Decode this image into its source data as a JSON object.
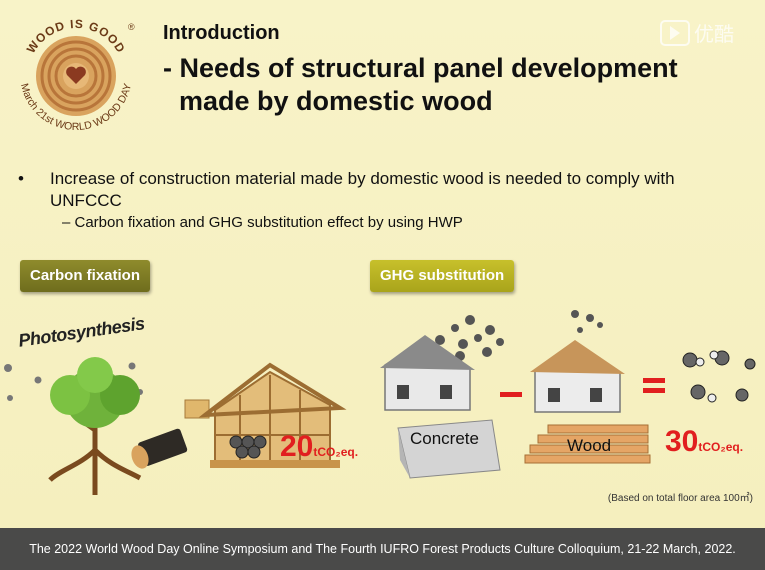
{
  "logo": {
    "top_text": "WOOD IS GOOD",
    "registered": "®",
    "bottom_text": "March 21st WORLD WOOD DAY",
    "center_icon": "heart-icon"
  },
  "watermark": {
    "text": "优酷",
    "icon": "play-icon"
  },
  "header": {
    "title": "Introduction",
    "subtitle_line1": "- Needs of structural panel development",
    "subtitle_line2": "made by domestic wood"
  },
  "content": {
    "bullet_symbol": "•",
    "bullet": "Increase of construction material made by domestic wood is needed to comply with UNFCCC",
    "subbullet": "–   Carbon fixation and GHG substitution effect by using HWP"
  },
  "sections": {
    "carbon_fixation_label": "Carbon fixation",
    "ghg_substitution_label": "GHG substitution"
  },
  "illustration": {
    "photosynthesis": "Photosynthesis",
    "value1": {
      "number": "20",
      "unit": "tCO₂eq."
    },
    "concrete_label": "Concrete",
    "wood_label": "Wood",
    "minus": "−",
    "equals": "=",
    "value2": {
      "number": "30",
      "unit": "tCO₂eq."
    },
    "note": "(Based on total floor area 100㎡)"
  },
  "footer": {
    "text": "The 2022 World Wood Day Online Symposium and The Fourth IUFRO Forest Products Culture Colloquium, 21-22 March, 2022."
  },
  "colors": {
    "accent_red": "#e11f1f",
    "olive": "#7c7a24",
    "yellow_olive": "#b8b221",
    "footer_bg": "#4a4a49"
  }
}
